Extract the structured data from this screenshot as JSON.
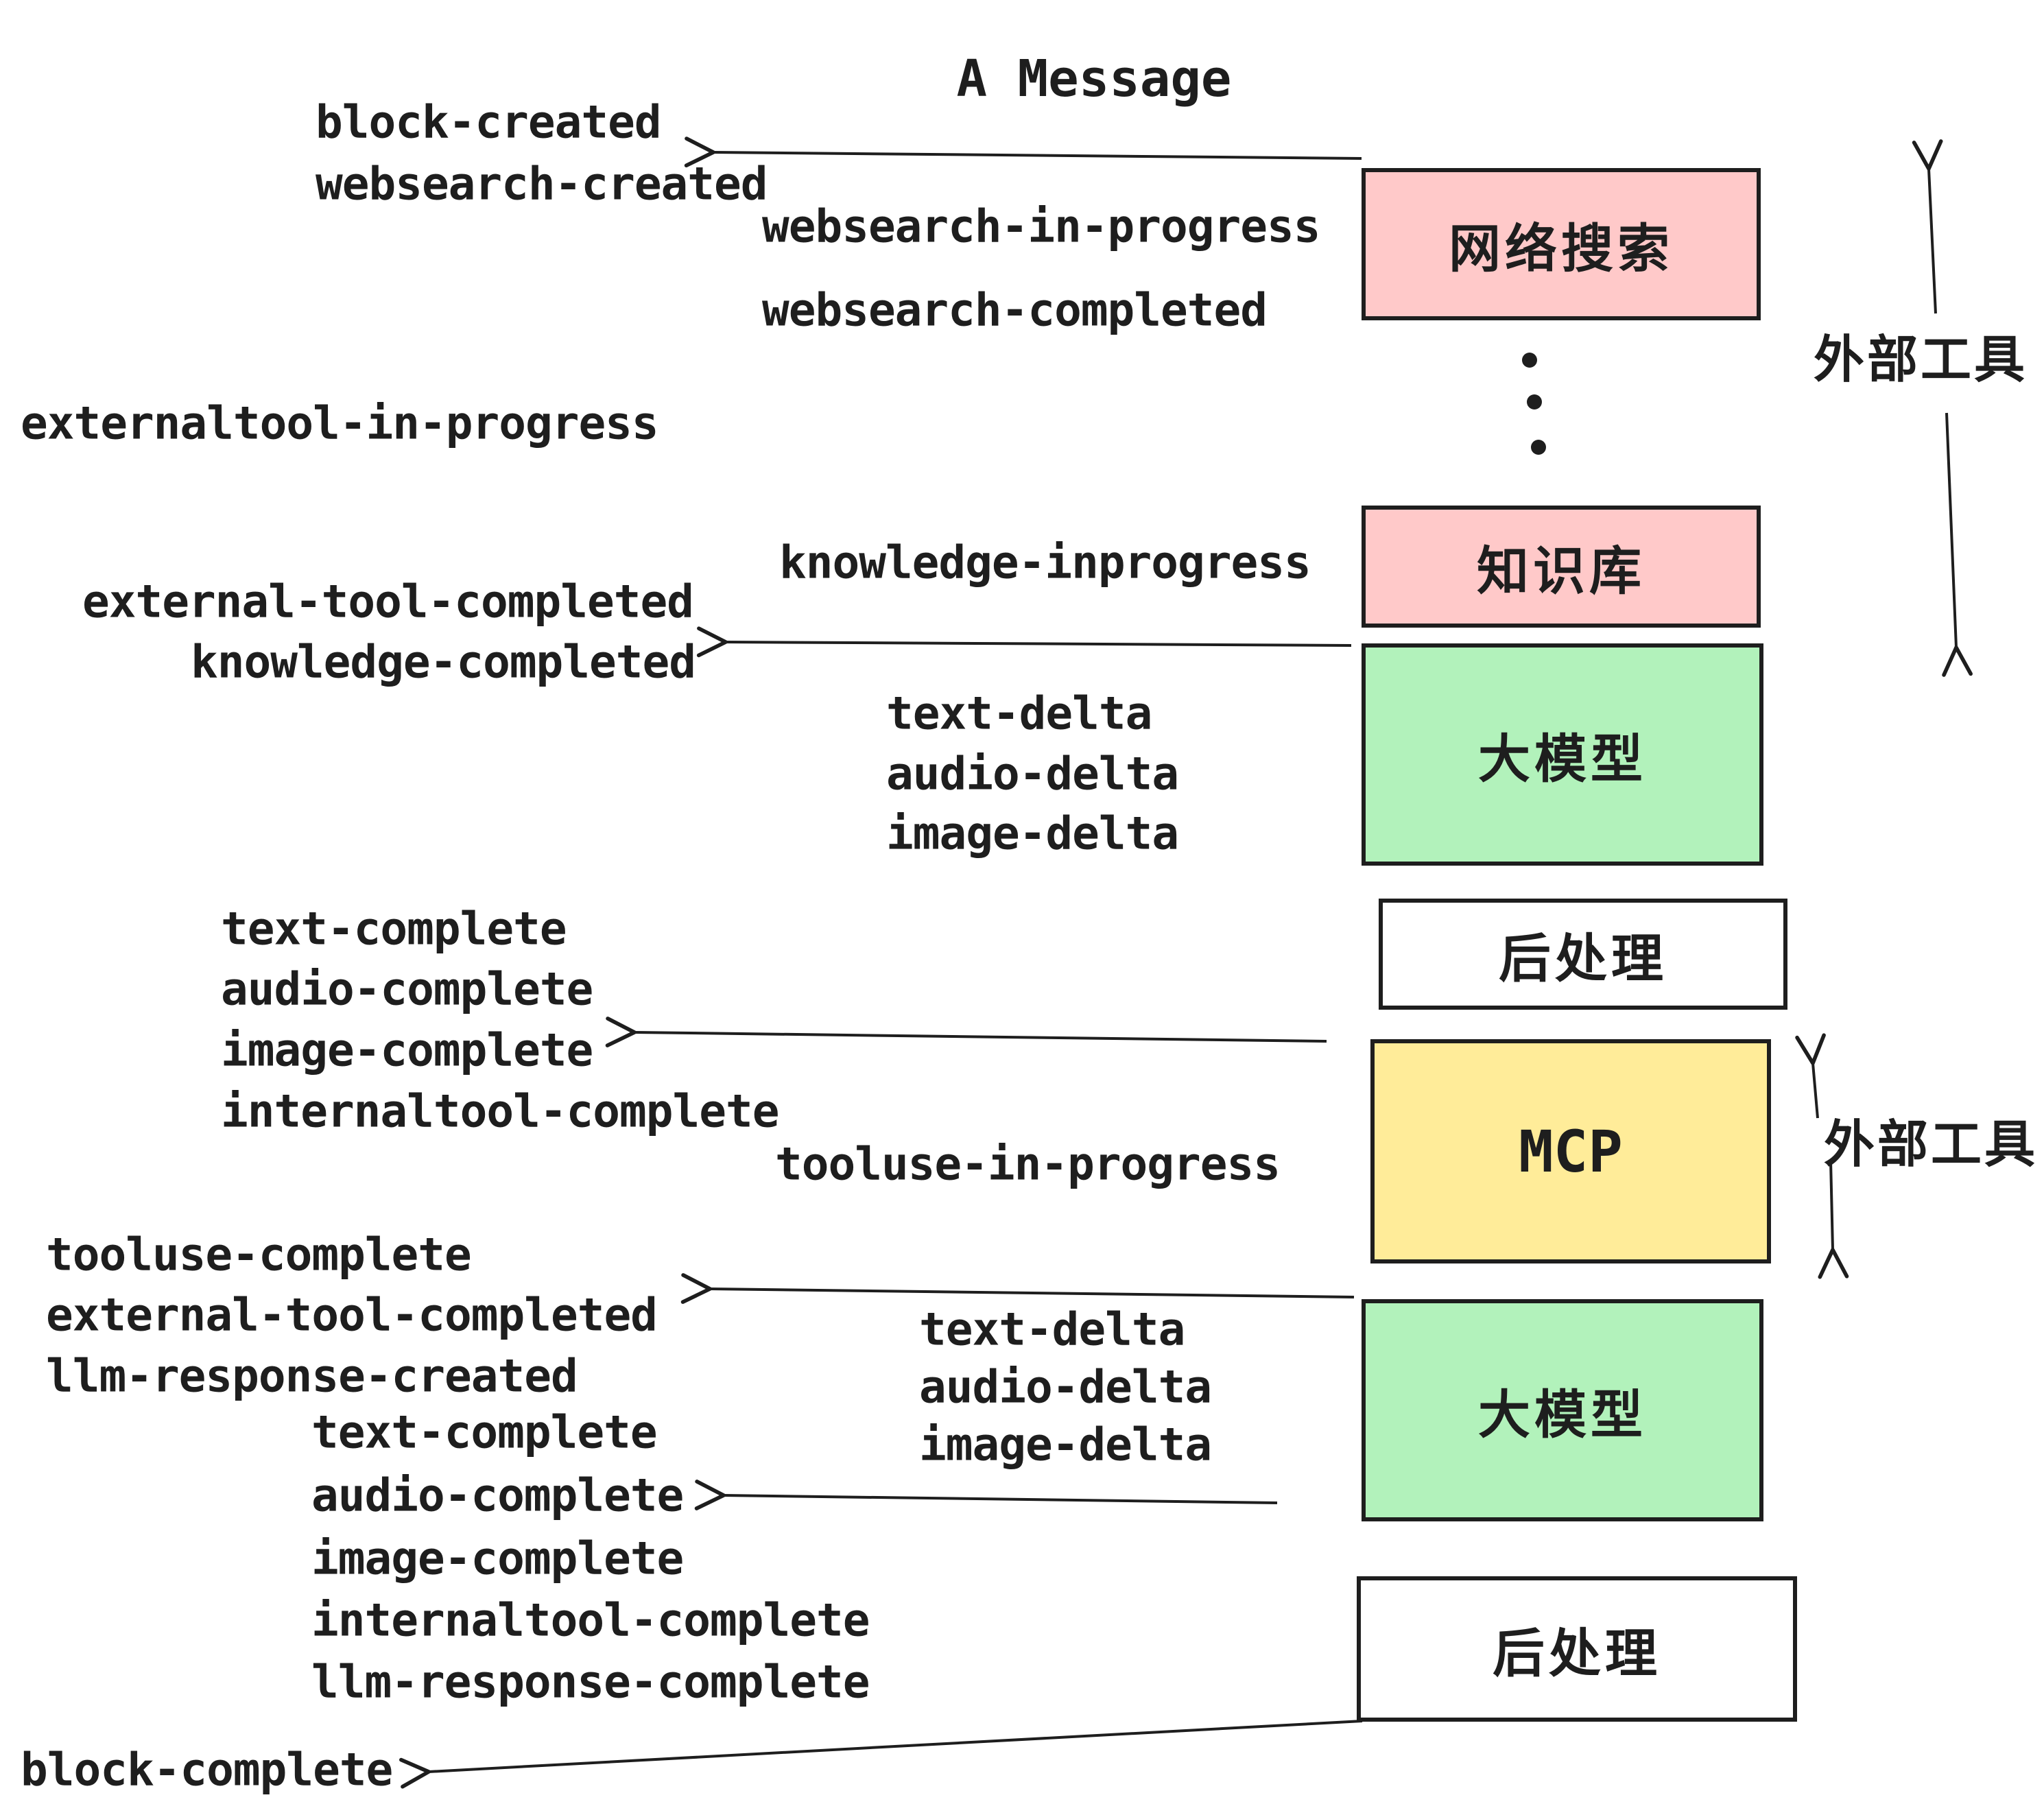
{
  "title": "A Message",
  "events": {
    "block_created": "block-created",
    "websearch_created": "websearch-created",
    "websearch_in_progress": "websearch-in-progress",
    "websearch_completed": "websearch-completed",
    "externaltool_in_progress": "externaltool-in-progress",
    "knowledge_inprogress": "knowledge-inprogress",
    "external_tool_completed": "external-tool-completed",
    "knowledge_completed": "knowledge-completed",
    "text_delta": "text-delta",
    "audio_delta": "audio-delta",
    "image_delta": "image-delta",
    "text_complete": "text-complete",
    "audio_complete": "audio-complete",
    "image_complete": "image-complete",
    "internaltool_complete": "internaltool-complete",
    "tooluse_in_progress": "tooluse-in-progress",
    "tooluse_complete": "tooluse-complete",
    "llm_response_created": "llm-response-created",
    "llm_response_complete": "llm-response-complete",
    "block_complete": "block-complete"
  },
  "boxes": {
    "web_search": {
      "label": "网络搜索",
      "fill": "#ffc9c9"
    },
    "knowledge": {
      "label": "知识库",
      "fill": "#ffc9c9"
    },
    "llm_top": {
      "label": "大模型",
      "fill": "#b2f2bb"
    },
    "post_top": {
      "label": "后处理",
      "fill": "#ffffff"
    },
    "mcp": {
      "label": "MCP",
      "fill": "#ffec99"
    },
    "llm_bottom": {
      "label": "大模型",
      "fill": "#b2f2bb"
    },
    "post_bottom": {
      "label": "后处理",
      "fill": "#ffffff"
    }
  },
  "side_labels": {
    "external_tool_top": "外部工具",
    "external_tool_mid": "外部工具"
  },
  "colors": {
    "ink": "#1e1e1e",
    "pink": "#ffc9c9",
    "green": "#b2f2bb",
    "yellow": "#ffec99"
  }
}
